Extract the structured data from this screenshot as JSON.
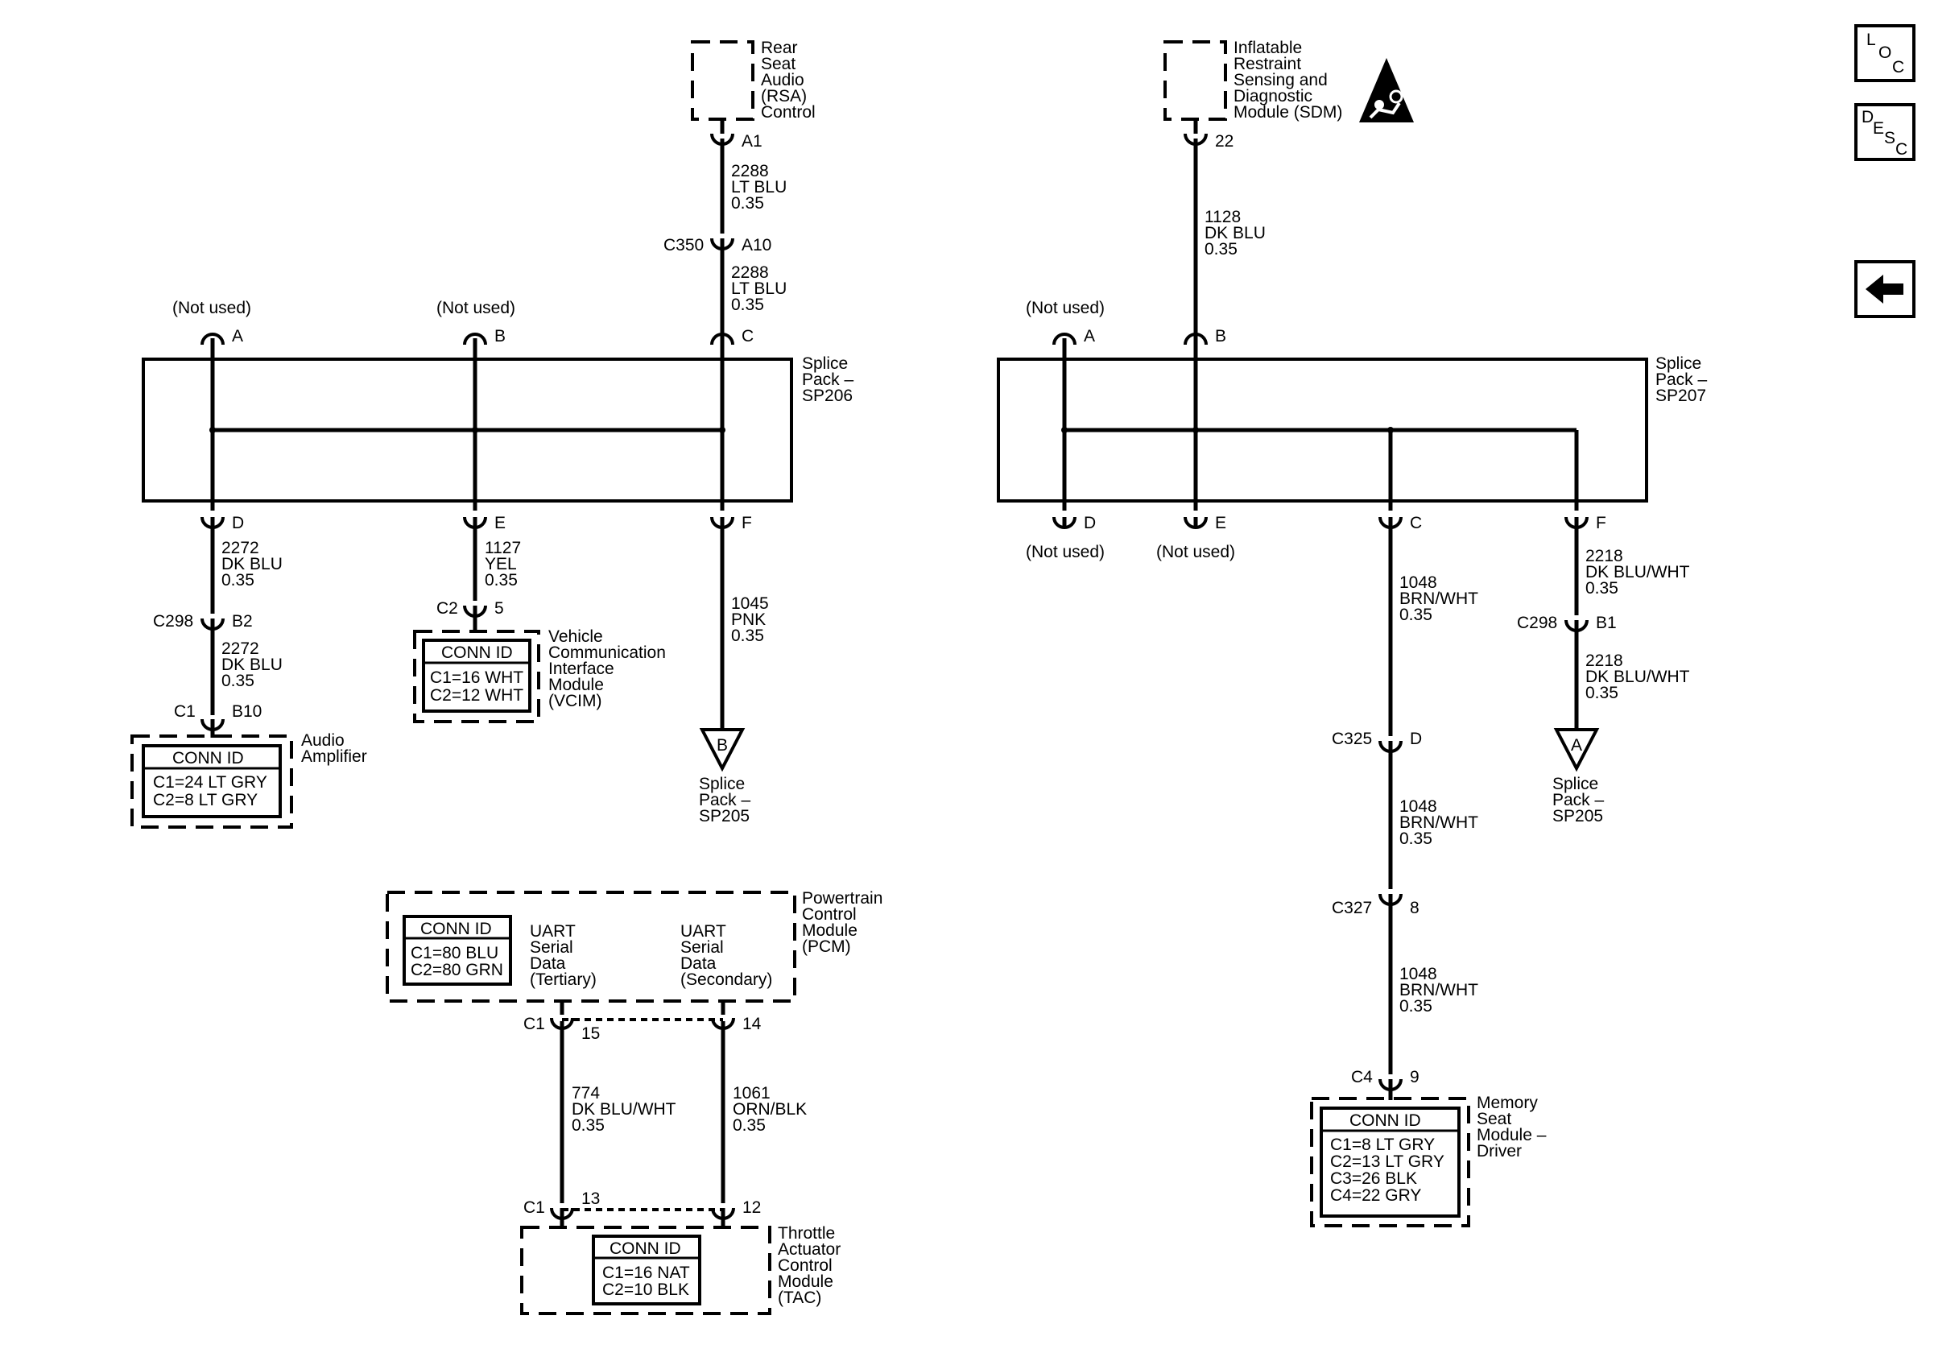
{
  "nav": {
    "loc": [
      "L",
      "O",
      "C"
    ],
    "desc": [
      "D",
      "E",
      "S",
      "C"
    ],
    "back_icon": "left-arrow-icon"
  },
  "sp206": {
    "name": [
      "Splice",
      "Pack –",
      "SP206"
    ],
    "pins": [
      "A",
      "B",
      "C",
      "D",
      "E",
      "F"
    ],
    "not_used": "(Not used)",
    "rsa": {
      "name": [
        "Rear",
        "Seat",
        "Audio",
        "(RSA)",
        "Control"
      ],
      "pin": "A1",
      "wire1": [
        "2288",
        "LT BLU",
        "0.35"
      ],
      "conn": "C350",
      "conn_pin": "A10",
      "wire2": [
        "2288",
        "LT BLU",
        "0.35"
      ]
    },
    "d_wire1": [
      "2272",
      "DK BLU",
      "0.35"
    ],
    "d_conn": "C298",
    "d_conn_pin": "B2",
    "d_wire2": [
      "2272",
      "DK BLU",
      "0.35"
    ],
    "d_end_conn": "C1",
    "d_end_pin": "B10",
    "amp": {
      "name": [
        "Audio",
        "Amplifier"
      ],
      "id_title": "CONN ID",
      "id_lines": [
        "C1=24 LT GRY",
        "C2=8 LT GRY"
      ]
    },
    "e_wire": [
      "1127",
      "YEL",
      "0.35"
    ],
    "e_conn": "C2",
    "e_pin": "5",
    "vcim": {
      "name": [
        "Vehicle",
        "Communication",
        "Interface",
        "Module",
        "(VCIM)"
      ],
      "id_title": "CONN ID",
      "id_lines": [
        "C1=16 WHT",
        "C2=12 WHT"
      ]
    },
    "f_wire": [
      "1045",
      "PNK",
      "0.35"
    ],
    "f_ref": "B",
    "f_ref_name": [
      "Splice",
      "Pack –",
      "SP205"
    ]
  },
  "sp207": {
    "name": [
      "Splice",
      "Pack –",
      "SP207"
    ],
    "pins": [
      "A",
      "B",
      "C",
      "D",
      "E",
      "F"
    ],
    "not_used": "(Not used)",
    "sdm": {
      "name": [
        "Inflatable",
        "Restraint",
        "Sensing and",
        "Diagnostic",
        "Module (SDM)"
      ],
      "pin": "22",
      "wire": [
        "1128",
        "DK BLU",
        "0.35"
      ],
      "icon": "airbag-warning-icon"
    },
    "c_wire1": [
      "1048",
      "BRN/WHT",
      "0.35"
    ],
    "c_conn1": "C325",
    "c_conn1_pin": "D",
    "c_wire2": [
      "1048",
      "BRN/WHT",
      "0.35"
    ],
    "c_conn2": "C327",
    "c_conn2_pin": "8",
    "c_wire3": [
      "1048",
      "BRN/WHT",
      "0.35"
    ],
    "c_end_conn": "C4",
    "c_end_pin": "9",
    "msm": {
      "name": [
        "Memory",
        "Seat",
        "Module –",
        "Driver"
      ],
      "id_title": "CONN ID",
      "id_lines": [
        "C1=8 LT GRY",
        "C2=13 LT GRY",
        "C3=26 BLK",
        "C4=22 GRY"
      ]
    },
    "f_wire1": [
      "2218",
      "DK BLU/WHT",
      "0.35"
    ],
    "f_conn": "C298",
    "f_conn_pin": "B1",
    "f_wire2": [
      "2218",
      "DK BLU/WHT",
      "0.35"
    ],
    "f_ref": "A",
    "f_ref_name": [
      "Splice",
      "Pack –",
      "SP205"
    ]
  },
  "pcm": {
    "name": [
      "Powertrain",
      "Control",
      "Module",
      "(PCM)"
    ],
    "id_title": "CONN ID",
    "id_lines": [
      "C1=80 BLU",
      "C2=80 GRN"
    ],
    "sig1": [
      "UART",
      "Serial",
      "Data",
      "(Tertiary)"
    ],
    "sig2": [
      "UART",
      "Serial",
      "Data",
      "(Secondary)"
    ],
    "conn": "C1",
    "pin1": "15",
    "pin2": "14",
    "wire1": [
      "774",
      "DK BLU/WHT",
      "0.35"
    ],
    "wire2": [
      "1061",
      "ORN/BLK",
      "0.35"
    ]
  },
  "tac": {
    "name": [
      "Throttle",
      "Actuator",
      "Control",
      "Module",
      "(TAC)"
    ],
    "id_title": "CONN ID",
    "id_lines": [
      "C1=16 NAT",
      "C2=10 BLK"
    ],
    "conn": "C1",
    "pin1": "13",
    "pin2": "12"
  }
}
